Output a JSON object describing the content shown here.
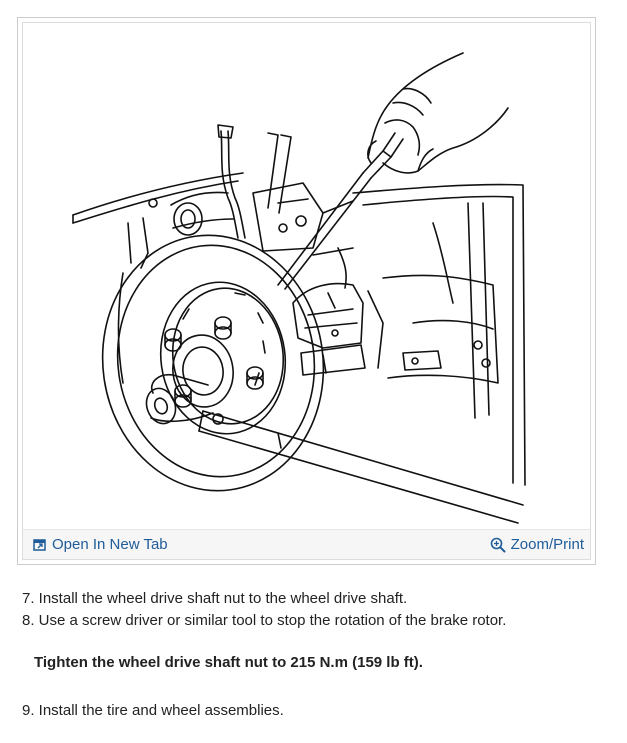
{
  "figure": {
    "open_tab_label": "Open In New Tab",
    "zoom_label": "Zoom/Print",
    "accent_color": "#1f5c99",
    "open_tab_icon": "open-new-tab-icon",
    "zoom_icon": "magnifier-plus-icon"
  },
  "steps": [
    {
      "text": "7. Install the wheel drive shaft nut to the wheel drive shaft."
    },
    {
      "text": "8. Use a screw driver or similar tool to stop the rotation of the brake rotor."
    },
    {
      "text": "9. Install the tire and wheel assemblies."
    }
  ],
  "note": {
    "text": "Tighten the wheel drive shaft nut to 215 N.m (159 lb ft)."
  }
}
